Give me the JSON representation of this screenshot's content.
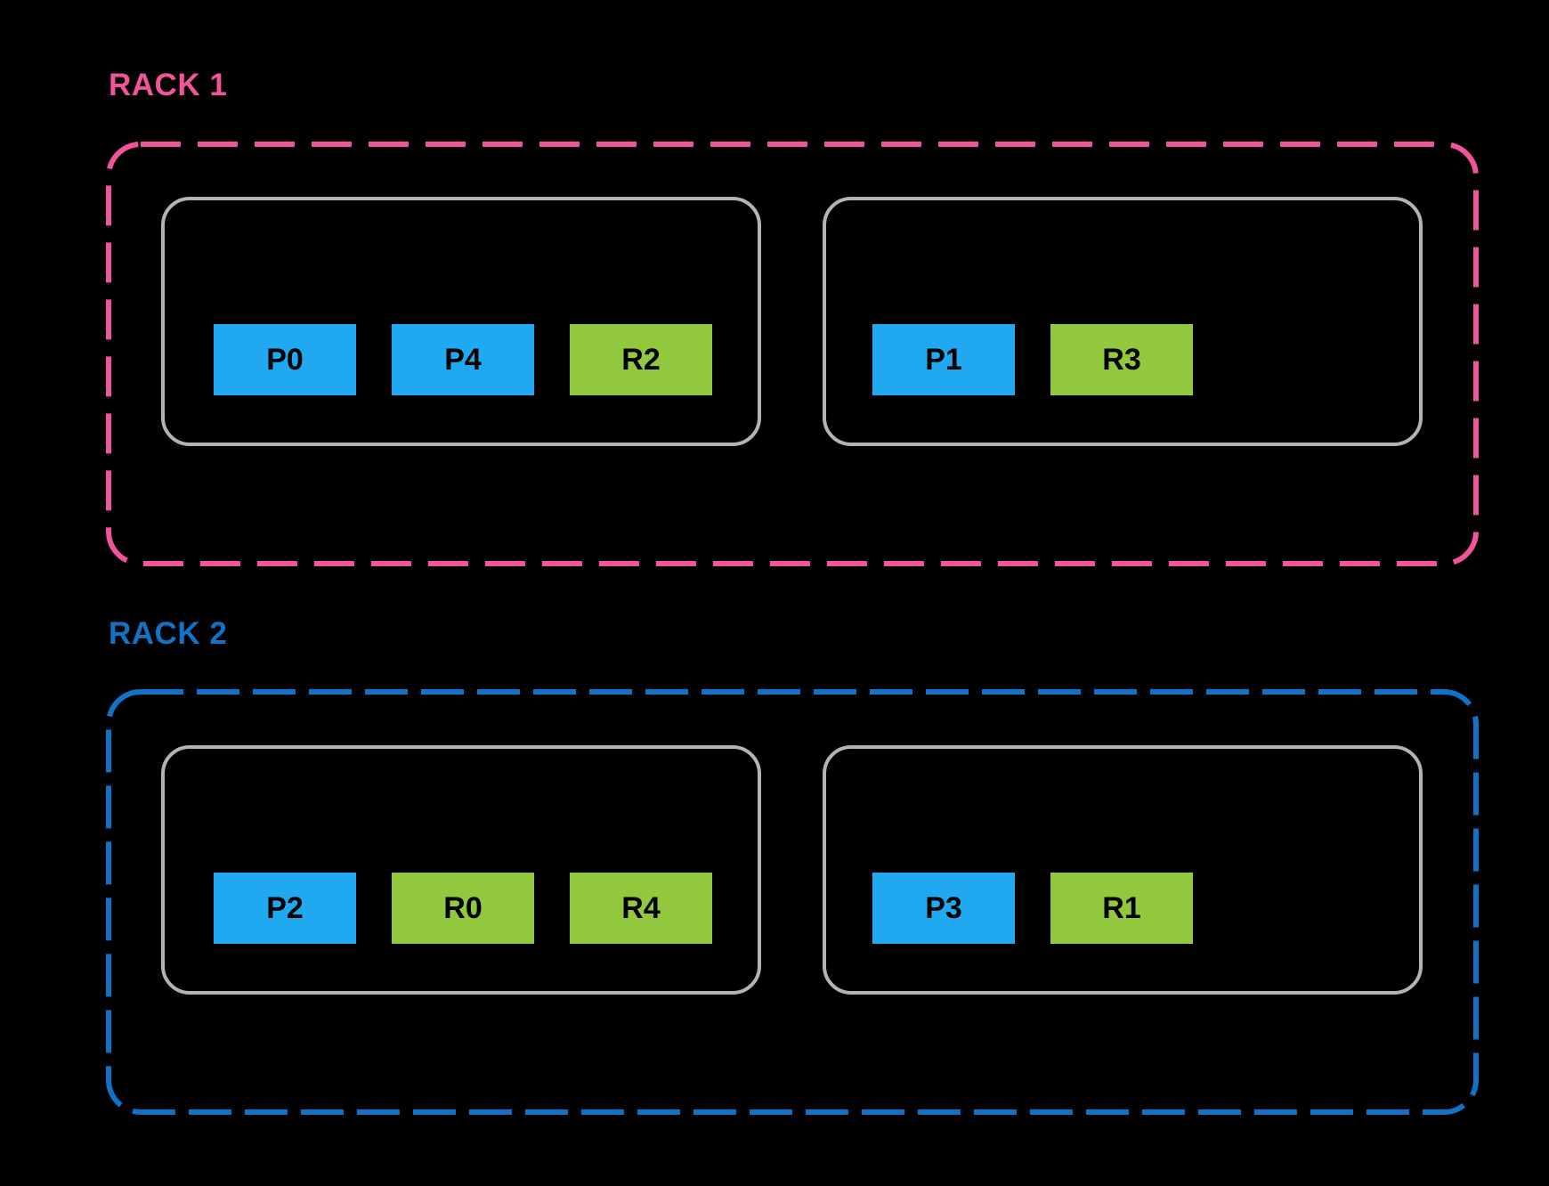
{
  "colors": {
    "background": "#000000",
    "rack1_accent": "#F0549B",
    "rack2_accent": "#1173C5",
    "host_border": "#B3B3B3",
    "block_blue": "#20A9F0",
    "block_green": "#92C83E",
    "block_text": "#000000"
  },
  "racks": [
    {
      "label": "RACK 1",
      "accent": "#F0549B",
      "hosts": [
        {
          "blocks": [
            {
              "label": "P0",
              "color": "#20A9F0"
            },
            {
              "label": "P4",
              "color": "#20A9F0"
            },
            {
              "label": "R2",
              "color": "#92C83E"
            }
          ]
        },
        {
          "blocks": [
            {
              "label": "P1",
              "color": "#20A9F0"
            },
            {
              "label": "R3",
              "color": "#92C83E"
            }
          ]
        }
      ]
    },
    {
      "label": "RACK 2",
      "accent": "#1173C5",
      "hosts": [
        {
          "blocks": [
            {
              "label": "P2",
              "color": "#20A9F0"
            },
            {
              "label": "R0",
              "color": "#92C83E"
            },
            {
              "label": "R4",
              "color": "#92C83E"
            }
          ]
        },
        {
          "blocks": [
            {
              "label": "P3",
              "color": "#20A9F0"
            },
            {
              "label": "R1",
              "color": "#92C83E"
            }
          ]
        }
      ]
    }
  ]
}
